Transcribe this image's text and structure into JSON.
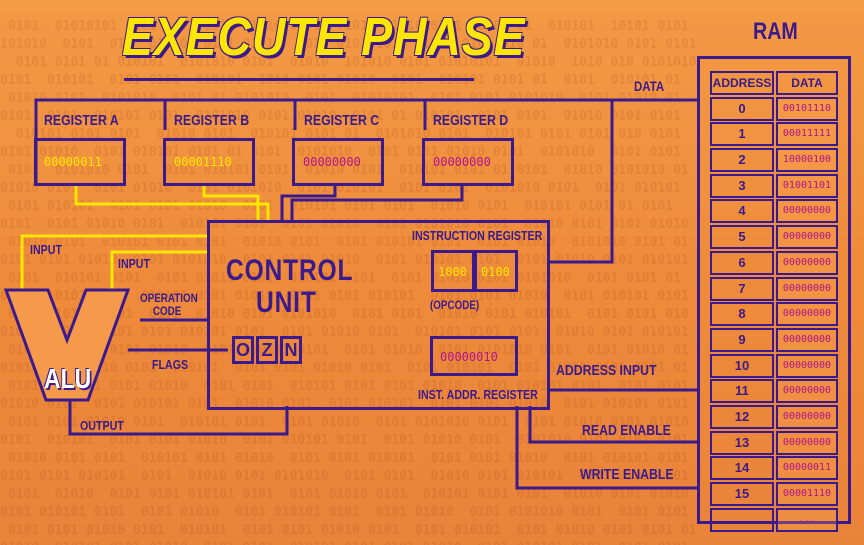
{
  "title": "EXECUTE PHASE",
  "registers": [
    {
      "label": "REGISTER A",
      "value": "00000011"
    },
    {
      "label": "REGISTER B",
      "value": "00001110"
    },
    {
      "label": "REGISTER C",
      "value": "00000000"
    },
    {
      "label": "REGISTER D",
      "value": "00000000"
    }
  ],
  "control_unit": {
    "title_line1": "CONTROL",
    "title_line2": "UNIT",
    "instruction_register_label": "INSTRUCTION REGISTER",
    "opcode_bits": "1000",
    "address_bits": "0100",
    "opcode_label": "(OPCODE)",
    "inst_addr_value": "00000010",
    "inst_addr_label": "INST. ADDR. REGISTER",
    "flags": [
      "O",
      "Z",
      "N"
    ]
  },
  "alu": {
    "label": "ALU",
    "input_1": "INPUT",
    "input_2": "INPUT",
    "operation_code": "OPERATION CODE",
    "flags_label": "FLAGS",
    "output_label": "OUTPUT"
  },
  "bus_labels": {
    "data": "DATA",
    "address_input": "ADDRESS INPUT",
    "read_enable": "READ ENABLE",
    "write_enable": "WRITE ENABLE"
  },
  "ram": {
    "title": "RAM",
    "col_address": "ADDRESS",
    "col_data": "DATA",
    "rows": [
      {
        "address": "0",
        "data": "00101110"
      },
      {
        "address": "1",
        "data": "00011111"
      },
      {
        "address": "2",
        "data": "10000100"
      },
      {
        "address": "3",
        "data": "01001101"
      },
      {
        "address": "4",
        "data": "00000000"
      },
      {
        "address": "5",
        "data": "00000000"
      },
      {
        "address": "6",
        "data": "00000000"
      },
      {
        "address": "7",
        "data": "00000000"
      },
      {
        "address": "8",
        "data": "00000000"
      },
      {
        "address": "9",
        "data": "00000000"
      },
      {
        "address": "10",
        "data": "00000000"
      },
      {
        "address": "11",
        "data": "00000000"
      },
      {
        "address": "12",
        "data": "00000000"
      },
      {
        "address": "13",
        "data": "00000000"
      },
      {
        "address": "14",
        "data": "00000011"
      },
      {
        "address": "15",
        "data": "00001110"
      },
      {
        "address": "...",
        "data": "..."
      }
    ]
  },
  "colors": {
    "background": "#f08c3c",
    "line": "#3a1a8c",
    "highlight": "#ffe600",
    "memory_value": "#b0148c"
  }
}
